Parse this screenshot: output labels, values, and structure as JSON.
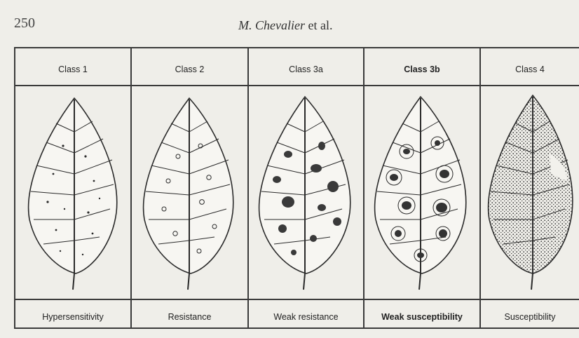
{
  "header": {
    "page_number": "250",
    "author": "M. Chevalier",
    "author_suffix": "et al."
  },
  "figure": {
    "columns": [
      {
        "class_label": "Class 1",
        "outcome": "Hypersensitivity"
      },
      {
        "class_label": "Class 2",
        "outcome": "Resistance"
      },
      {
        "class_label": "Class 3a",
        "outcome": "Weak resistance"
      },
      {
        "class_label": "Class 3b",
        "outcome": "Weak susceptibility"
      },
      {
        "class_label": "Class 4",
        "outcome": "Susceptibility"
      }
    ]
  }
}
